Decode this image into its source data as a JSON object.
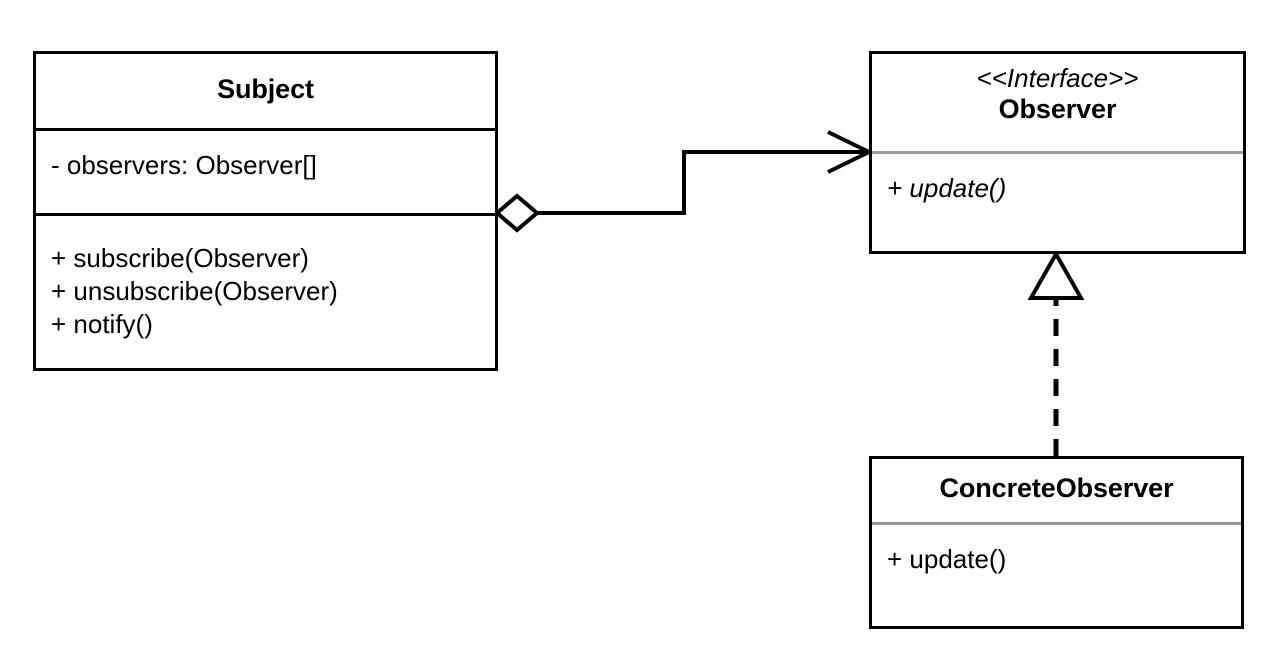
{
  "diagram": {
    "kind": "uml-class-diagram",
    "pattern_name": "Observer",
    "background_color": "#ffffff",
    "line_color": "#000000",
    "divider_gray": "#9a9a9a"
  },
  "classes": {
    "subject": {
      "name": "Subject",
      "attributes": [
        "- observers: Observer[]"
      ],
      "methods": [
        "+ subscribe(Observer)",
        "+ unsubscribe(Observer)",
        "+ notify()"
      ]
    },
    "observer": {
      "stereotype": "<<Interface>>",
      "name": "Observer",
      "methods": [
        "+ update()"
      ]
    },
    "concrete_observer": {
      "name": "ConcreteObserver",
      "methods": [
        "+ update()"
      ]
    }
  },
  "relationships": [
    {
      "id": "aggregation",
      "type": "aggregation",
      "source": "Subject",
      "target": "Observer",
      "source_decoration": "hollow-diamond",
      "target_decoration": "open-arrow",
      "line_style": "solid",
      "label": ""
    },
    {
      "id": "realization",
      "type": "realization",
      "source": "ConcreteObserver",
      "target": "Observer",
      "source_decoration": "none",
      "target_decoration": "hollow-triangle",
      "line_style": "dashed",
      "label": ""
    }
  ]
}
